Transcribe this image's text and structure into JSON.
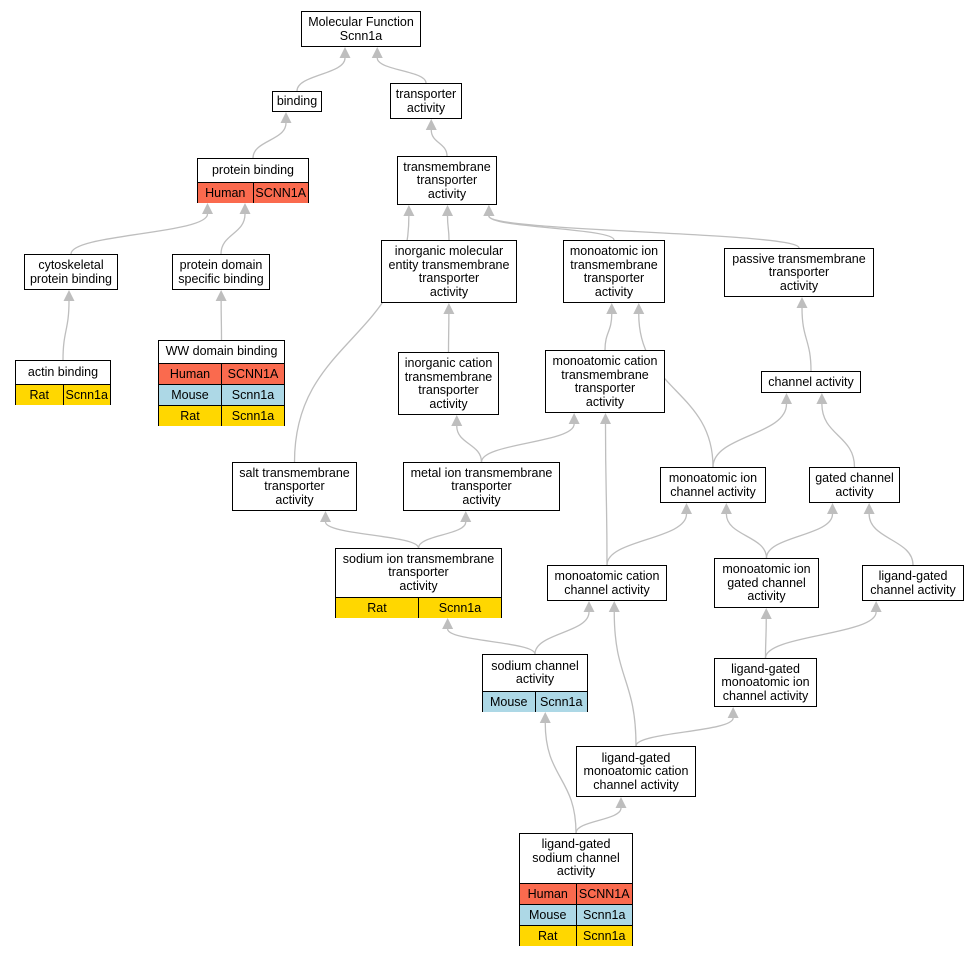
{
  "colors": {
    "edge": "#bebebe",
    "Human": "#fa6a4e",
    "Mouse": "#add8e6",
    "Rat": "#ffd700"
  },
  "nodes": {
    "molecular_function": {
      "title": "Molecular Function\nScnn1a"
    },
    "binding": {
      "title": "binding"
    },
    "transporter_activity": {
      "title": "transporter\nactivity"
    },
    "protein_binding": {
      "title": "protein binding",
      "orthologs": [
        {
          "species": "Human",
          "gene": "SCNN1A"
        }
      ]
    },
    "transmembrane_transporter_activity": {
      "title": "transmembrane\ntransporter\nactivity"
    },
    "cytoskeletal_protein_binding": {
      "title": "cytoskeletal\nprotein binding"
    },
    "protein_domain_specific_binding": {
      "title": "protein domain\nspecific binding"
    },
    "inorganic_molecular_entity_tt": {
      "title": "inorganic molecular\nentity transmembrane\ntransporter\nactivity"
    },
    "monoatomic_ion_tt": {
      "title": "monoatomic ion\ntransmembrane\ntransporter\nactivity"
    },
    "passive_tt": {
      "title": "passive transmembrane\ntransporter\nactivity"
    },
    "actin_binding": {
      "title": "actin binding",
      "orthologs": [
        {
          "species": "Rat",
          "gene": "Scnn1a"
        }
      ]
    },
    "ww_domain_binding": {
      "title": "WW domain binding",
      "orthologs": [
        {
          "species": "Human",
          "gene": "SCNN1A"
        },
        {
          "species": "Mouse",
          "gene": "Scnn1a"
        },
        {
          "species": "Rat",
          "gene": "Scnn1a"
        }
      ]
    },
    "inorganic_cation_tt": {
      "title": "inorganic cation\ntransmembrane\ntransporter\nactivity"
    },
    "monoatomic_cation_tt": {
      "title": "monoatomic cation\ntransmembrane\ntransporter\nactivity"
    },
    "channel_activity": {
      "title": "channel activity"
    },
    "salt_tt": {
      "title": "salt transmembrane\ntransporter\nactivity"
    },
    "metal_ion_tt": {
      "title": "metal ion transmembrane\ntransporter\nactivity"
    },
    "monoatomic_ion_channel": {
      "title": "monoatomic ion\nchannel activity"
    },
    "gated_channel": {
      "title": "gated channel\nactivity"
    },
    "sodium_ion_tt": {
      "title": "sodium ion transmembrane\ntransporter\nactivity",
      "orthologs": [
        {
          "species": "Rat",
          "gene": "Scnn1a"
        }
      ]
    },
    "monoatomic_cation_channel": {
      "title": "monoatomic cation\nchannel activity"
    },
    "monoatomic_ion_gated_channel": {
      "title": "monoatomic ion\ngated channel\nactivity"
    },
    "ligand_gated_channel": {
      "title": "ligand-gated\nchannel activity"
    },
    "sodium_channel": {
      "title": "sodium channel\nactivity",
      "orthologs": [
        {
          "species": "Mouse",
          "gene": "Scnn1a"
        }
      ]
    },
    "ligand_gated_monoatomic_ion_channel": {
      "title": "ligand-gated\nmonoatomic ion\nchannel activity"
    },
    "ligand_gated_monoatomic_cation_channel": {
      "title": "ligand-gated\nmonoatomic cation\nchannel activity"
    },
    "ligand_gated_sodium_channel": {
      "title": "ligand-gated\nsodium channel\nactivity",
      "orthologs": [
        {
          "species": "Human",
          "gene": "SCNN1A"
        },
        {
          "species": "Mouse",
          "gene": "Scnn1a"
        },
        {
          "species": "Rat",
          "gene": "Scnn1a"
        }
      ]
    }
  },
  "edges": [
    [
      "binding",
      "molecular_function"
    ],
    [
      "transporter_activity",
      "molecular_function"
    ],
    [
      "protein_binding",
      "binding"
    ],
    [
      "transmembrane_transporter_activity",
      "transporter_activity"
    ],
    [
      "cytoskeletal_protein_binding",
      "protein_binding"
    ],
    [
      "protein_domain_specific_binding",
      "protein_binding"
    ],
    [
      "inorganic_molecular_entity_tt",
      "transmembrane_transporter_activity"
    ],
    [
      "monoatomic_ion_tt",
      "transmembrane_transporter_activity"
    ],
    [
      "passive_tt",
      "transmembrane_transporter_activity"
    ],
    [
      "salt_tt",
      "transmembrane_transporter_activity"
    ],
    [
      "actin_binding",
      "cytoskeletal_protein_binding"
    ],
    [
      "ww_domain_binding",
      "protein_domain_specific_binding"
    ],
    [
      "inorganic_cation_tt",
      "inorganic_molecular_entity_tt"
    ],
    [
      "monoatomic_cation_tt",
      "monoatomic_ion_tt"
    ],
    [
      "monoatomic_ion_channel",
      "monoatomic_ion_tt"
    ],
    [
      "channel_activity",
      "passive_tt"
    ],
    [
      "metal_ion_tt",
      "inorganic_cation_tt"
    ],
    [
      "metal_ion_tt",
      "monoatomic_cation_tt"
    ],
    [
      "monoatomic_cation_channel",
      "monoatomic_cation_tt"
    ],
    [
      "monoatomic_ion_channel",
      "channel_activity"
    ],
    [
      "gated_channel",
      "channel_activity"
    ],
    [
      "sodium_ion_tt",
      "salt_tt"
    ],
    [
      "sodium_ion_tt",
      "metal_ion_tt"
    ],
    [
      "monoatomic_cation_channel",
      "monoatomic_ion_channel"
    ],
    [
      "monoatomic_ion_gated_channel",
      "monoatomic_ion_channel"
    ],
    [
      "monoatomic_ion_gated_channel",
      "gated_channel"
    ],
    [
      "ligand_gated_channel",
      "gated_channel"
    ],
    [
      "sodium_channel",
      "sodium_ion_tt"
    ],
    [
      "sodium_channel",
      "monoatomic_cation_channel"
    ],
    [
      "ligand_gated_monoatomic_cation_channel",
      "monoatomic_cation_channel"
    ],
    [
      "ligand_gated_monoatomic_ion_channel",
      "monoatomic_ion_gated_channel"
    ],
    [
      "ligand_gated_monoatomic_ion_channel",
      "ligand_gated_channel"
    ],
    [
      "ligand_gated_monoatomic_cation_channel",
      "ligand_gated_monoatomic_ion_channel"
    ],
    [
      "ligand_gated_sodium_channel",
      "sodium_channel"
    ],
    [
      "ligand_gated_sodium_channel",
      "ligand_gated_monoatomic_cation_channel"
    ]
  ]
}
